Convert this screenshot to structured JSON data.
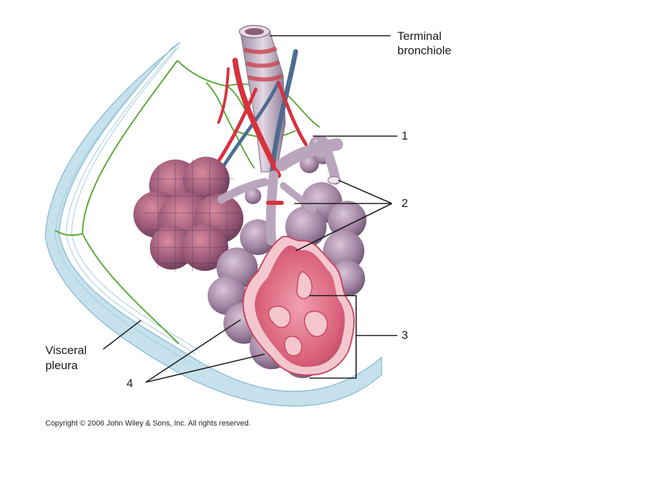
{
  "labels": {
    "terminal_line1": "Terminal",
    "terminal_line2": "bronchiole",
    "num1": "1",
    "num2": "2",
    "num3": "3",
    "num4": "4",
    "visceral_line1": "Visceral",
    "visceral_line2": "pleura"
  },
  "copyright": "Copyright © 2006 John Wiley & Sons, Inc.  All rights reserved.",
  "colors": {
    "pleura": "#c6e1ec",
    "pleura_edge": "#8fbfd3",
    "nerve": "#5aa83a",
    "artery": "#d8323e",
    "vein": "#4d6c8f",
    "alveolus": "#a98aa8",
    "alveolus_inner": "#d9607a"
  }
}
